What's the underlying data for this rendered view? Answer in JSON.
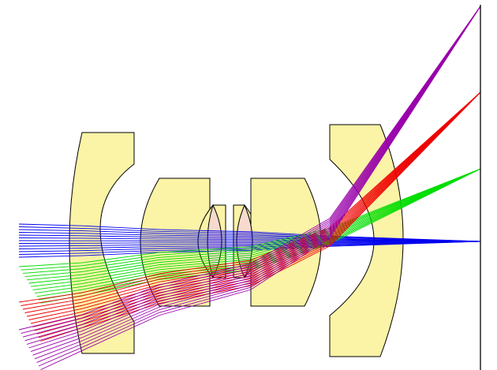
{
  "colors": {
    "background": "#ffffff",
    "glass": "#fbf3a6",
    "cemented_glass": "#f5d7d2",
    "image_plane": "#000000"
  },
  "ray_fans": [
    {
      "name": "blue-fan",
      "color": "#0000ee"
    },
    {
      "name": "green-fan",
      "color": "#00dd00"
    },
    {
      "name": "red-fan",
      "color": "#ee0000"
    },
    {
      "name": "purple-fan",
      "color": "#9900aa"
    }
  ]
}
